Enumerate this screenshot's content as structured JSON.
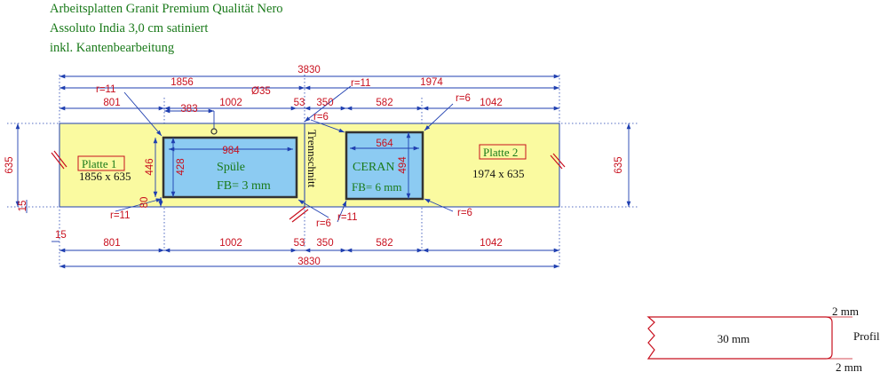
{
  "header": {
    "line1": "Arbeitsplatten Granit Premium Qualität Nero",
    "line2": "Assoluto India 3,0 cm satiniert",
    "line3": "inkl. Kantenbearbeitung"
  },
  "colors": {
    "slab": "#fafaa0",
    "cutout": "#8ccbf2",
    "dimension": "#c8101e",
    "dimline": "#1f3fb0",
    "label": "#1a7a1a"
  },
  "plate1": {
    "title": "Platte 1",
    "size": "1856 x 635"
  },
  "plate2": {
    "title": "Platte 2",
    "size": "1974 x 635"
  },
  "sink": {
    "label": "Spüle",
    "fb": "FB= 3 mm",
    "w": "984",
    "h": "428"
  },
  "ceran": {
    "label": "CERAN",
    "fb": "FB= 6 mm",
    "w": "564",
    "h": "494"
  },
  "joint": {
    "label": "Trennschnitt"
  },
  "top_dims": {
    "total": "3830",
    "left": "1856",
    "right": "1974",
    "r11_a": "r=11",
    "r11_b": "r=11",
    "r6_a": "r=6",
    "phi": "Ø35",
    "d801": "801",
    "d383": "383",
    "d1002": "1002",
    "d53": "53",
    "d350": "350",
    "d582": "582",
    "d1042": "1042",
    "r6_b": "r=6"
  },
  "bottom_dims": {
    "r11_c": "r=11",
    "r6_c": "r=6",
    "r11_d": "r=11",
    "r6_d": "r=6",
    "d15": "15",
    "d801": "801",
    "d1002": "1002",
    "d53": "53",
    "d350": "350",
    "d582": "582",
    "d1042": "1042",
    "total": "3830"
  },
  "side_dims": {
    "left_635": "635",
    "left_15": "15",
    "d446": "446",
    "d80": "80",
    "right_635": "635"
  },
  "profile": {
    "width": "30 mm",
    "top": "2 mm",
    "bottom": "2 mm",
    "label": "Profil"
  }
}
